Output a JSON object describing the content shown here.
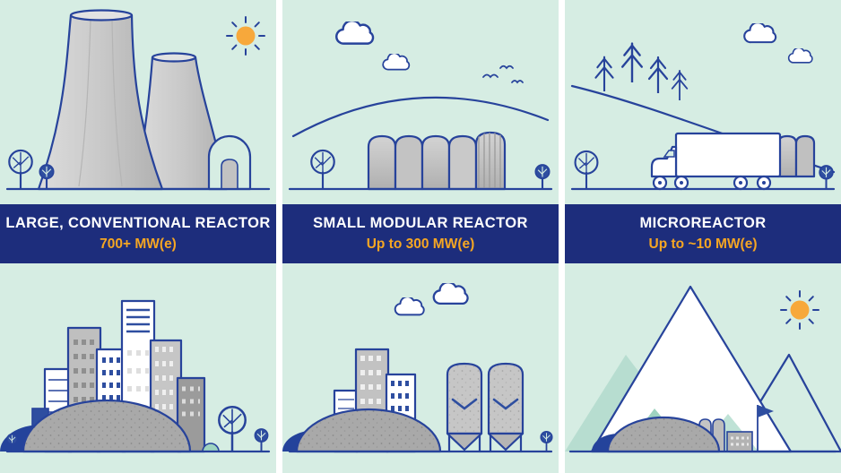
{
  "infographic": {
    "panels": [
      {
        "id": "large-conventional-reactor",
        "title": "LARGE, CONVENTIONAL REACTOR",
        "capacity": "700+ MW(e)",
        "top_scene": [
          "sun-icon",
          "cooling-tower-large",
          "cooling-tower-small",
          "containment-dome",
          "tree-icon",
          "ground-line"
        ],
        "bottom_scene": [
          "city-skyline",
          "excavation-mound",
          "tree-icon",
          "bush-icon",
          "ground-line"
        ]
      },
      {
        "id": "small-modular-reactor",
        "title": "SMALL MODULAR REACTOR",
        "capacity": "Up to 300 MW(e)",
        "top_scene": [
          "cloud-icon",
          "birds-icon",
          "hill-line",
          "reactor-module-tanks",
          "tree-icon",
          "ground-line"
        ],
        "bottom_scene": [
          "cloud-icon",
          "town-buildings",
          "industrial-silos",
          "excavation-mound",
          "ground-line"
        ]
      },
      {
        "id": "microreactor",
        "title": "MICROREACTOR",
        "capacity": "Up to ~10 MW(e)",
        "top_scene": [
          "pine-tree-icon",
          "hill-line",
          "cloud-icon",
          "transport-truck",
          "reactor-cask",
          "tree-icon",
          "ground-line"
        ],
        "bottom_scene": [
          "sun-icon",
          "mountains",
          "remote-facility",
          "flag-icon",
          "excavation-mound",
          "ground-line"
        ]
      }
    ],
    "colors": {
      "panel_background": "#d6ede3",
      "band_background": "#1d2d7c",
      "title_text": "#ffffff",
      "capacity_text": "#f5a623",
      "line_art": "#27439b",
      "sun": "#f7a83b"
    }
  }
}
